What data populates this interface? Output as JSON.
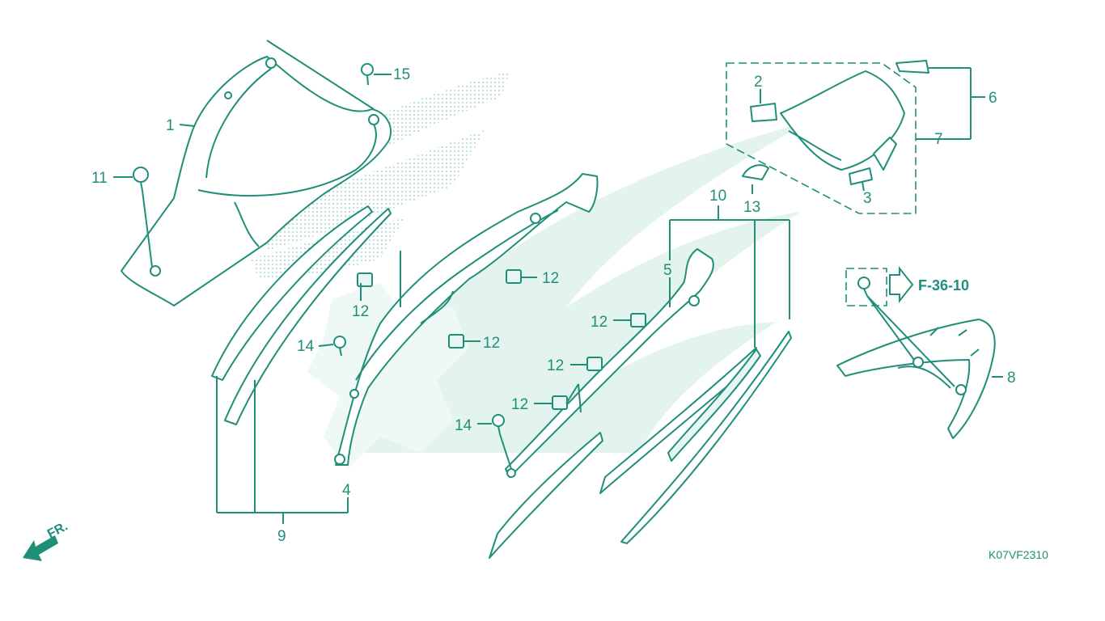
{
  "colors": {
    "accent": "#1f8f7a",
    "watermark": "#e3f3ee",
    "background": "#ffffff"
  },
  "callouts": [
    {
      "id": "c1",
      "text": "1"
    },
    {
      "id": "c2",
      "text": "2"
    },
    {
      "id": "c3",
      "text": "3"
    },
    {
      "id": "c4",
      "text": "4"
    },
    {
      "id": "c5",
      "text": "5"
    },
    {
      "id": "c6",
      "text": "6"
    },
    {
      "id": "c7",
      "text": "7"
    },
    {
      "id": "c8",
      "text": "8"
    },
    {
      "id": "c9",
      "text": "9"
    },
    {
      "id": "c10",
      "text": "10"
    },
    {
      "id": "c11",
      "text": "11"
    },
    {
      "id": "c12a",
      "text": "12"
    },
    {
      "id": "c12b",
      "text": "12"
    },
    {
      "id": "c12c",
      "text": "12"
    },
    {
      "id": "c12d",
      "text": "12"
    },
    {
      "id": "c12e",
      "text": "12"
    },
    {
      "id": "c12f",
      "text": "12"
    },
    {
      "id": "c13",
      "text": "13"
    },
    {
      "id": "c14a",
      "text": "14"
    },
    {
      "id": "c14b",
      "text": "14"
    },
    {
      "id": "c15",
      "text": "15"
    }
  ],
  "reference": {
    "text": "F-36-10"
  },
  "direction": {
    "text": "FR."
  },
  "diagram_code": {
    "text": "K07VF2310"
  },
  "icons": [
    "front-direction-arrow-icon",
    "reference-arrow-icon"
  ]
}
